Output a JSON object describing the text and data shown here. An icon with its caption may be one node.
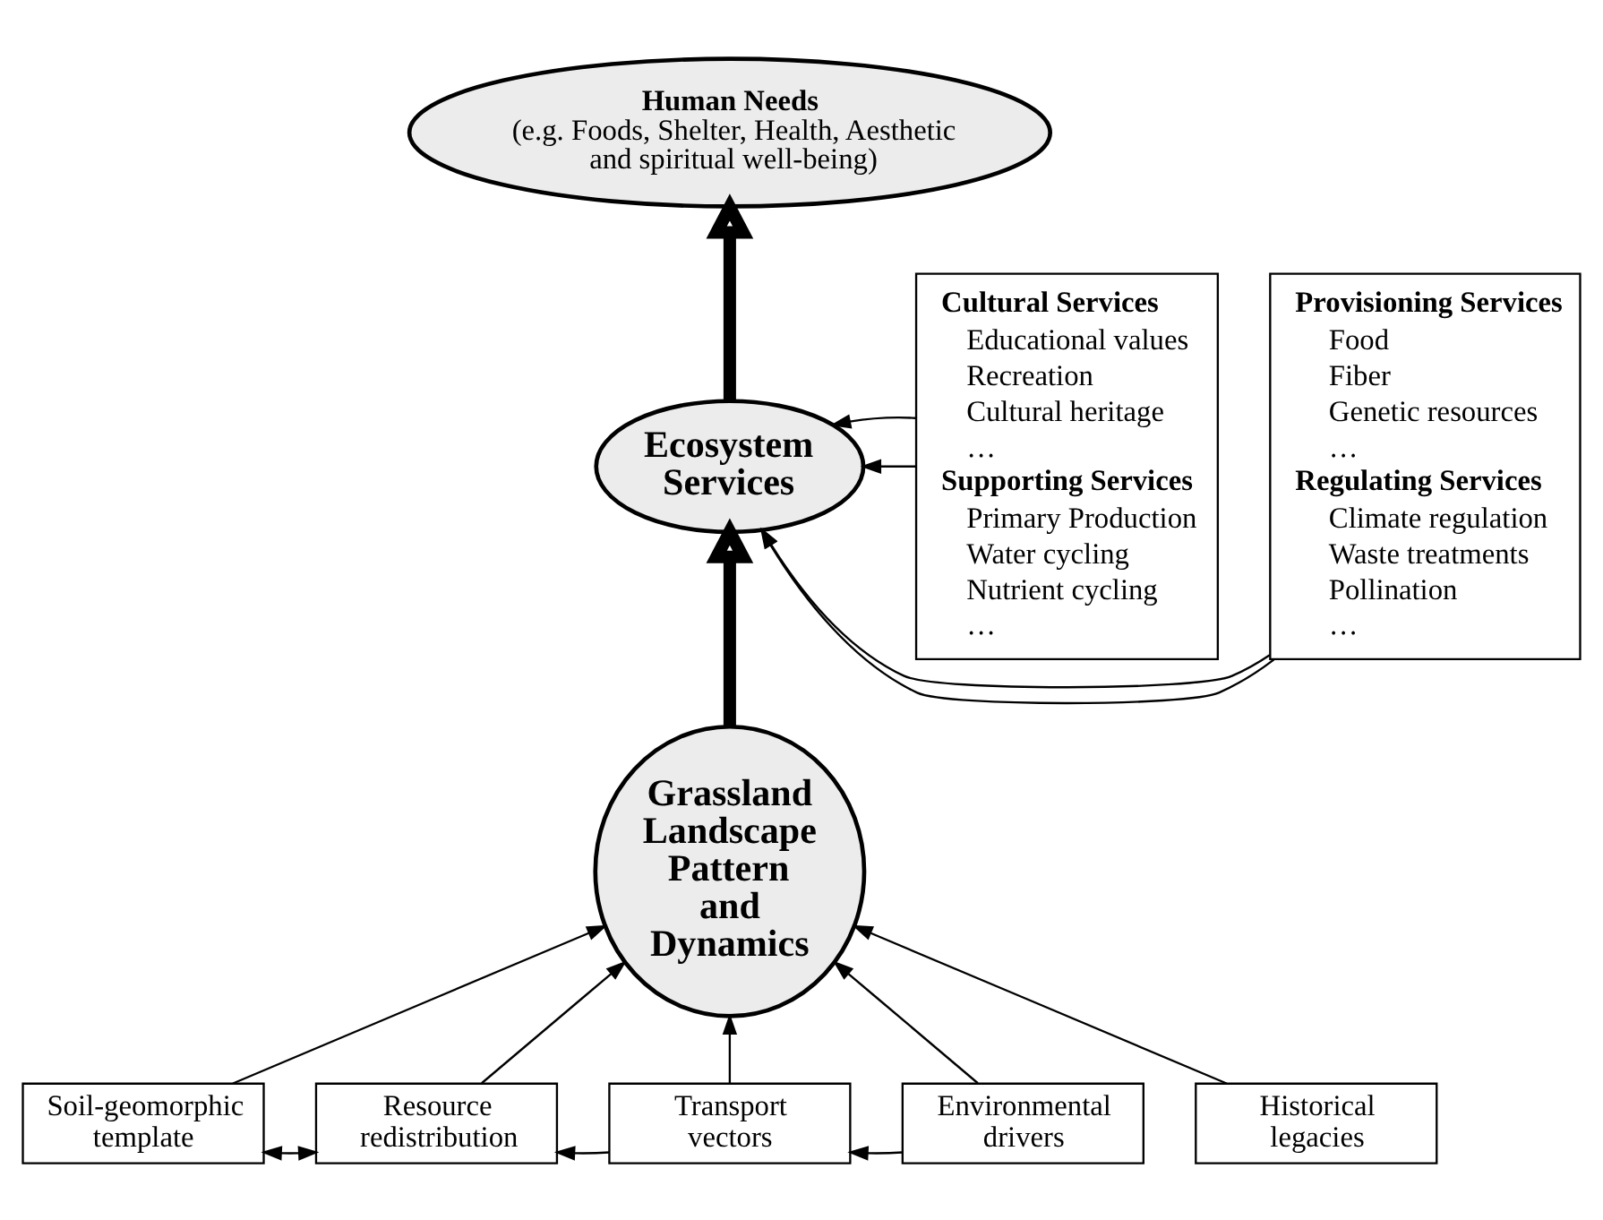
{
  "diagram": {
    "nodes": [
      {
        "text": [
          "Human Needs",
          "(e.g. Foods, Shelter, Health, Aesthetic and spiritual well-being)"
        ]
      },
      {
        "text": [
          "Provisioning Services",
          "Food",
          "Fiber",
          "Genetic resources",
          "…",
          "Regulating Services",
          "Climate regulation",
          "Waste treatments",
          "Pollination",
          "…"
        ]
      },
      {
        "text": [
          "Ecosystem Services"
        ]
      },
      {
        "text": [
          "Cultural Services",
          "Educational values",
          "Recreation",
          "Cultural heritage",
          "…",
          "Supporting Services",
          "Primary Production",
          "Water cycling",
          "Nutrient cycling",
          "…"
        ]
      },
      {
        "text": [
          "Grassland Landscape Pattern and Dynamics"
        ]
      },
      {
        "text": [
          "Soil-geomorphic template"
        ]
      },
      {
        "text": [
          "Resource redistribution"
        ]
      },
      {
        "text": [
          "Transport vectors"
        ]
      },
      {
        "text": [
          "Environmental drivers"
        ]
      },
      {
        "text": [
          "Historical legacies"
        ]
      }
    ],
    "edges": [
      {
        "from": 2,
        "to": 0,
        "arrow": "to",
        "style": "thick"
      },
      {
        "from": 1,
        "to": 2,
        "arrow": "to"
      },
      {
        "from": 1,
        "to": 2,
        "arrow": "to"
      },
      {
        "from": 3,
        "to": 2,
        "arrow": "to"
      },
      {
        "from": 3,
        "to": 2,
        "arrow": "to"
      },
      {
        "from": 4,
        "to": 2,
        "arrow": "to",
        "style": "thick"
      },
      {
        "from": 5,
        "to": 4,
        "arrow": "to"
      },
      {
        "from": 6,
        "to": 4,
        "arrow": "to"
      },
      {
        "from": 7,
        "to": 4,
        "arrow": "to"
      },
      {
        "from": 8,
        "to": 4,
        "arrow": "to"
      },
      {
        "from": 9,
        "to": 4,
        "arrow": "to"
      },
      {
        "from": 5,
        "to": 6,
        "arrow": "both"
      },
      {
        "from": 7,
        "to": 6,
        "arrow": "to"
      },
      {
        "from": 8,
        "to": 7,
        "arrow": "to"
      }
    ]
  }
}
